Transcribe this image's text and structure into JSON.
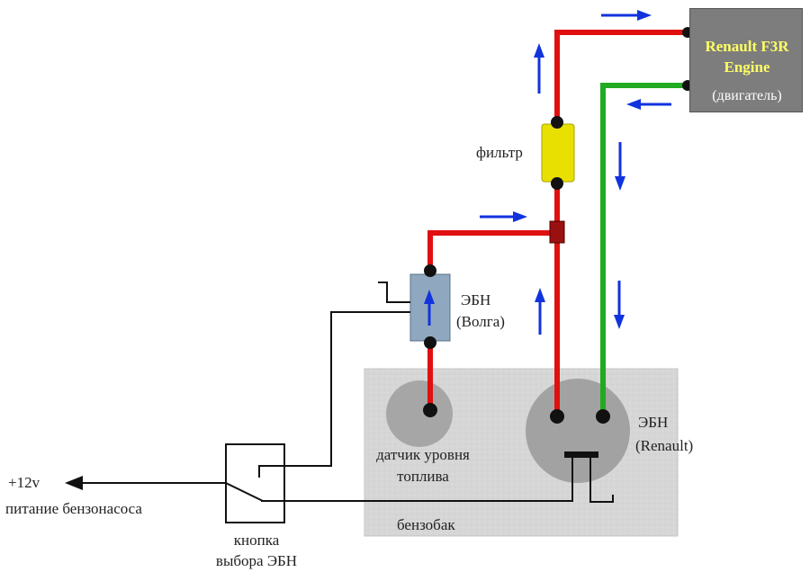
{
  "engine": {
    "line1": "Renault F3R",
    "line2": "Engine",
    "line3": "(двигатель)"
  },
  "labels": {
    "filter": "фильтр",
    "pump_volga_line1": "ЭБН",
    "pump_volga_line2": "(Волга)",
    "pump_renault_line1": "ЭБН",
    "pump_renault_line2": "(Renault)",
    "fuel_sensor_line1": "датчик уровня",
    "fuel_sensor_line2": "топлива",
    "tank": "бензобак",
    "power_line1": "+12v",
    "power_line2": "питание бензонасоса",
    "switch_line1": "кнопка",
    "switch_line2": "выбора ЭБН"
  },
  "colors": {
    "supply_line": "#e01010",
    "return_line": "#22aa22",
    "flow_arrow": "#1133dd",
    "filter": "#e8e000",
    "pump_volga": "#8fa8c0",
    "tank": "#d4d4d4",
    "engine_box": "#7d7d7d",
    "engine_title": "#ffff66"
  }
}
